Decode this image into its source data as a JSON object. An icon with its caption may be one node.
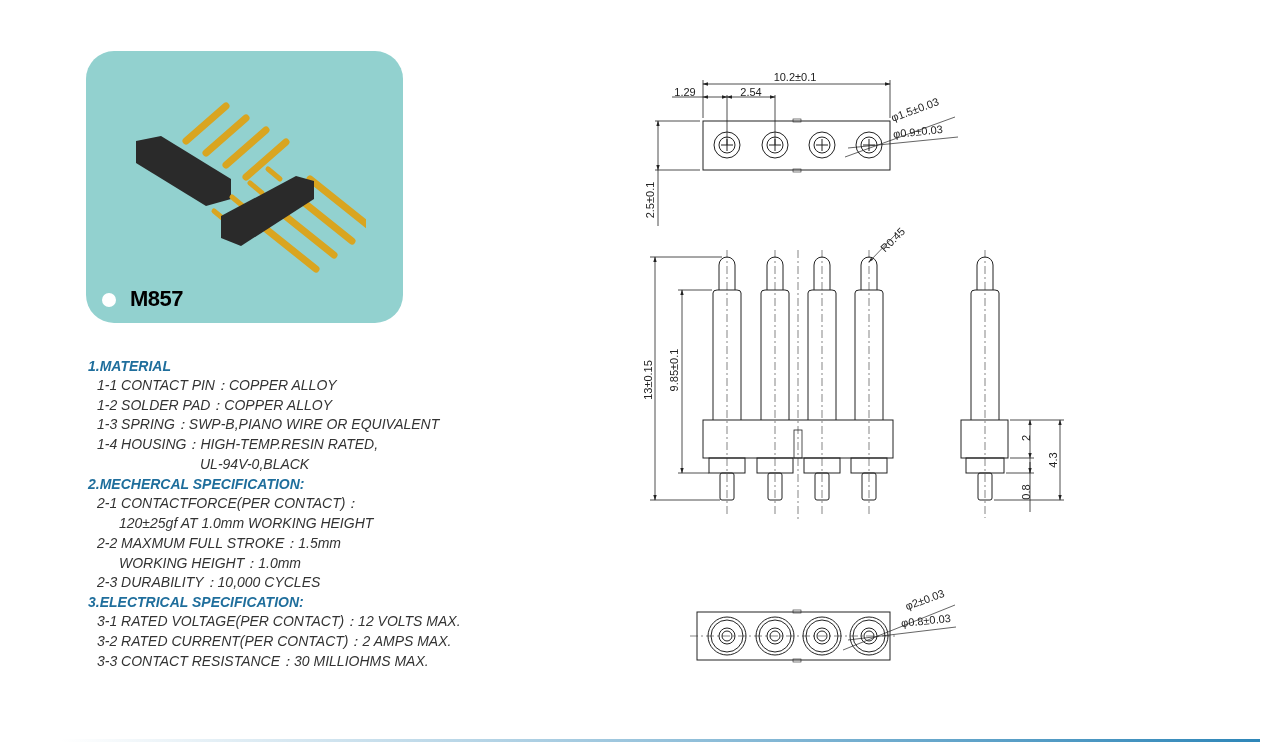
{
  "diagram": {
    "nodes": [
      {
        "text": [
          "M857"
        ]
      }
    ],
    "labels": [
      "1.MATERIAL",
      "1-1 CONTACT PIN：COPPER ALLOY",
      "1-2 SOLDER PAD：COPPER ALLOY",
      "1-3 SPRING：SWP-B,PIANO WIRE OR EQUIVALENT",
      "1-4 HOUSING：HIGH-TEMP.RESIN RATED,",
      "UL-94V-0,BLACK",
      "2.MECHERCAL SPECIFICATION:",
      "2-1 CONTACTFORCE(PER CONTACT)：",
      "120±25gf AT 1.0mm WORKING HEIGHT",
      "2-2 MAXMUM FULL STROKE：1.5mm",
      "WORKING HEIGHT：1.0mm",
      "2-3 DURABILITY：10,000 CYCLES",
      "3.ELECTRICAL SPECIFICATION:",
      "3-1 RATED VOLTAGE(PER CONTACT)：12 VOLTS MAX.",
      "3-2 RATED CURRENT(PER CONTACT)：2 AMPS MAX.",
      "3-3 CONTACT RESISTANCE：30 MILLIOHMS MAX.",
      "10.2±0.1",
      "1.29",
      "2.54",
      "φ1.5±0.03",
      "φ0.9±0.03",
      "2.5±0.1",
      "R0.45",
      "13±0.15",
      "9.85±0.1",
      "2",
      "4.3",
      "0.8",
      "φ2±0.03",
      "φ0.8±0.03"
    ]
  }
}
